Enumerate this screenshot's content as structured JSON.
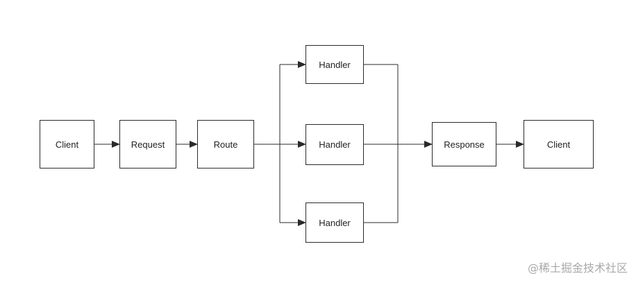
{
  "diagram": {
    "nodes": [
      {
        "id": "client-in",
        "label": "Client"
      },
      {
        "id": "request",
        "label": "Request"
      },
      {
        "id": "route",
        "label": "Route"
      },
      {
        "id": "handler-1",
        "label": "Handler"
      },
      {
        "id": "handler-2",
        "label": "Handler"
      },
      {
        "id": "handler-3",
        "label": "Handler"
      },
      {
        "id": "response",
        "label": "Response"
      },
      {
        "id": "client-out",
        "label": "Client"
      }
    ],
    "edges": [
      {
        "from": "client-in",
        "to": "request"
      },
      {
        "from": "request",
        "to": "route"
      },
      {
        "from": "route",
        "to": "handler-1"
      },
      {
        "from": "route",
        "to": "handler-2"
      },
      {
        "from": "route",
        "to": "handler-3"
      },
      {
        "from": "handler-1",
        "to": "response"
      },
      {
        "from": "handler-2",
        "to": "response"
      },
      {
        "from": "handler-3",
        "to": "response"
      },
      {
        "from": "response",
        "to": "client-out"
      }
    ],
    "colors": {
      "line": "#2a2a2a",
      "border": "#2a2a2a"
    }
  },
  "watermark": {
    "text": "@稀土掘金技术社区"
  }
}
